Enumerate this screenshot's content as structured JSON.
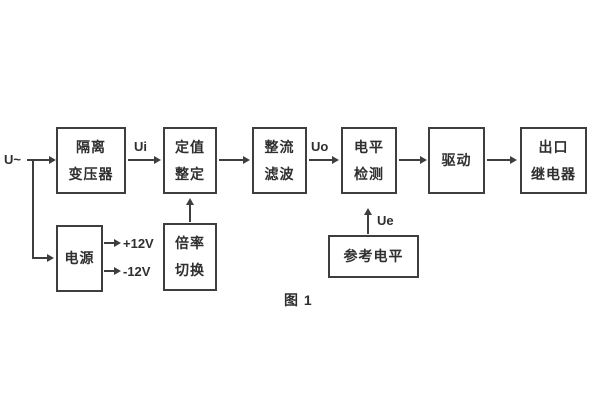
{
  "figure": {
    "caption": "图 1"
  },
  "signals": {
    "input": "U~",
    "ui": "Ui",
    "uo": "Uo",
    "ue": "Ue",
    "plus12v": "+12V",
    "minus12v": "-12V"
  },
  "blocks": {
    "isolation_transformer": {
      "line1": "隔离",
      "line2": "变压器"
    },
    "setting": {
      "line1": "定值",
      "line2": "整定"
    },
    "rectifier_filter": {
      "line1": "整流",
      "line2": "滤波"
    },
    "level_detection": {
      "line1": "电平",
      "line2": "检测"
    },
    "drive": {
      "line1": "驱动"
    },
    "output_relay": {
      "line1": "出口",
      "line2": "继电器"
    },
    "power": {
      "line1": "电源"
    },
    "rate_switch": {
      "line1": "倍率",
      "line2": "切换"
    },
    "reference_level": {
      "line1": "参考电平"
    }
  },
  "colors": {
    "line": "#3e3e3e",
    "text": "#2f2f2f",
    "background": "#ffffff"
  }
}
